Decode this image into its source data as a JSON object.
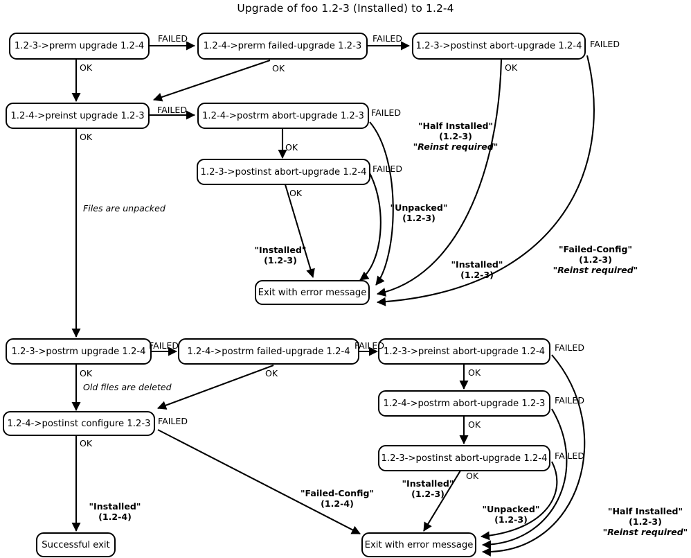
{
  "title": "Upgrade of foo 1.2-3 (Installed) to 1.2-4",
  "nodes": [
    {
      "id": "n1",
      "label": "1.2-3->prerm upgrade 1.2-4"
    },
    {
      "id": "n2",
      "label": "1.2-4->prerm failed-upgrade 1.2-3"
    },
    {
      "id": "n3",
      "label": "1.2-3->postinst abort-upgrade 1.2-4"
    },
    {
      "id": "n4",
      "label": "1.2-4->preinst upgrade 1.2-3"
    },
    {
      "id": "n5",
      "label": "1.2-4->postrm abort-upgrade 1.2-3"
    },
    {
      "id": "n6",
      "label": "1.2-3->postinst abort-upgrade 1.2-4"
    },
    {
      "id": "n7",
      "label": "Exit with error message"
    },
    {
      "id": "n8",
      "label": "1.2-3->postrm upgrade 1.2-4"
    },
    {
      "id": "n9",
      "label": "1.2-4->postrm failed-upgrade 1.2-4"
    },
    {
      "id": "n10",
      "label": "1.2-3->preinst abort-upgrade 1.2-4"
    },
    {
      "id": "n11",
      "label": "1.2-4->postinst configure 1.2-3"
    },
    {
      "id": "n12",
      "label": "1.2-4->postrm abort-upgrade 1.2-3"
    },
    {
      "id": "n13",
      "label": "1.2-3->postinst abort-upgrade 1.2-4"
    },
    {
      "id": "n14",
      "label": "Successful exit"
    },
    {
      "id": "n15",
      "label": "Exit with error message"
    }
  ],
  "edge_labels": {
    "failed_1": "FAILED",
    "failed_2": "FAILED",
    "failed_3": "FAILED",
    "failed_4": "FAILED",
    "failed_5": "FAILED",
    "failed_6": "FAILED",
    "failed_7": "FAILED",
    "failed_8": "FAILED",
    "failed_9": "FAILED",
    "failed_10": "FAILED",
    "failed_11": "FAILED",
    "failed_12": "FAILED",
    "ok_1": "OK",
    "ok_2": "OK",
    "ok_3": "OK",
    "ok_4": "OK",
    "ok_5": "OK",
    "ok_6": "OK",
    "ok_7": "OK",
    "ok_8": "OK",
    "ok_9": "OK",
    "ok_10": "OK",
    "ok_11": "OK",
    "ok_12": "OK",
    "files_unpacked": "Files are unpacked",
    "old_files_deleted": "Old files are deleted"
  },
  "state_labels": {
    "half_installed_top": {
      "line1": "\"Half Installed\"",
      "line2": "(1.2-3)",
      "line3": "\"Reinst required\""
    },
    "unpacked_top": {
      "line1": "\"Unpacked\"",
      "line2": "(1.2-3)"
    },
    "installed_top_left": {
      "line1": "\"Installed\"",
      "line2": "(1.2-3)"
    },
    "installed_top_right": {
      "line1": "\"Installed\"",
      "line2": "(1.2-3)"
    },
    "failed_config_top": {
      "line1": "\"Failed-Config\"",
      "line2": "(1.2-3)",
      "line3": "\"Reinst required\""
    },
    "failed_config_bottom": {
      "line1": "\"Failed-Config\"",
      "line2": "(1.2-4)"
    },
    "installed_bottom": {
      "line1": "\"Installed\"",
      "line2": "(1.2-3)"
    },
    "unpacked_bottom": {
      "line1": "\"Unpacked\"",
      "line2": "(1.2-3)"
    },
    "half_installed_bottom": {
      "line1": "\"Half Installed\"",
      "line2": "(1.2-3)",
      "line3": "\"Reinst required\""
    },
    "installed_success": {
      "line1": "\"Installed\"",
      "line2": "(1.2-4)"
    }
  },
  "colors": {
    "stroke": "#000000",
    "background": "#ffffff",
    "text": "#000000"
  }
}
